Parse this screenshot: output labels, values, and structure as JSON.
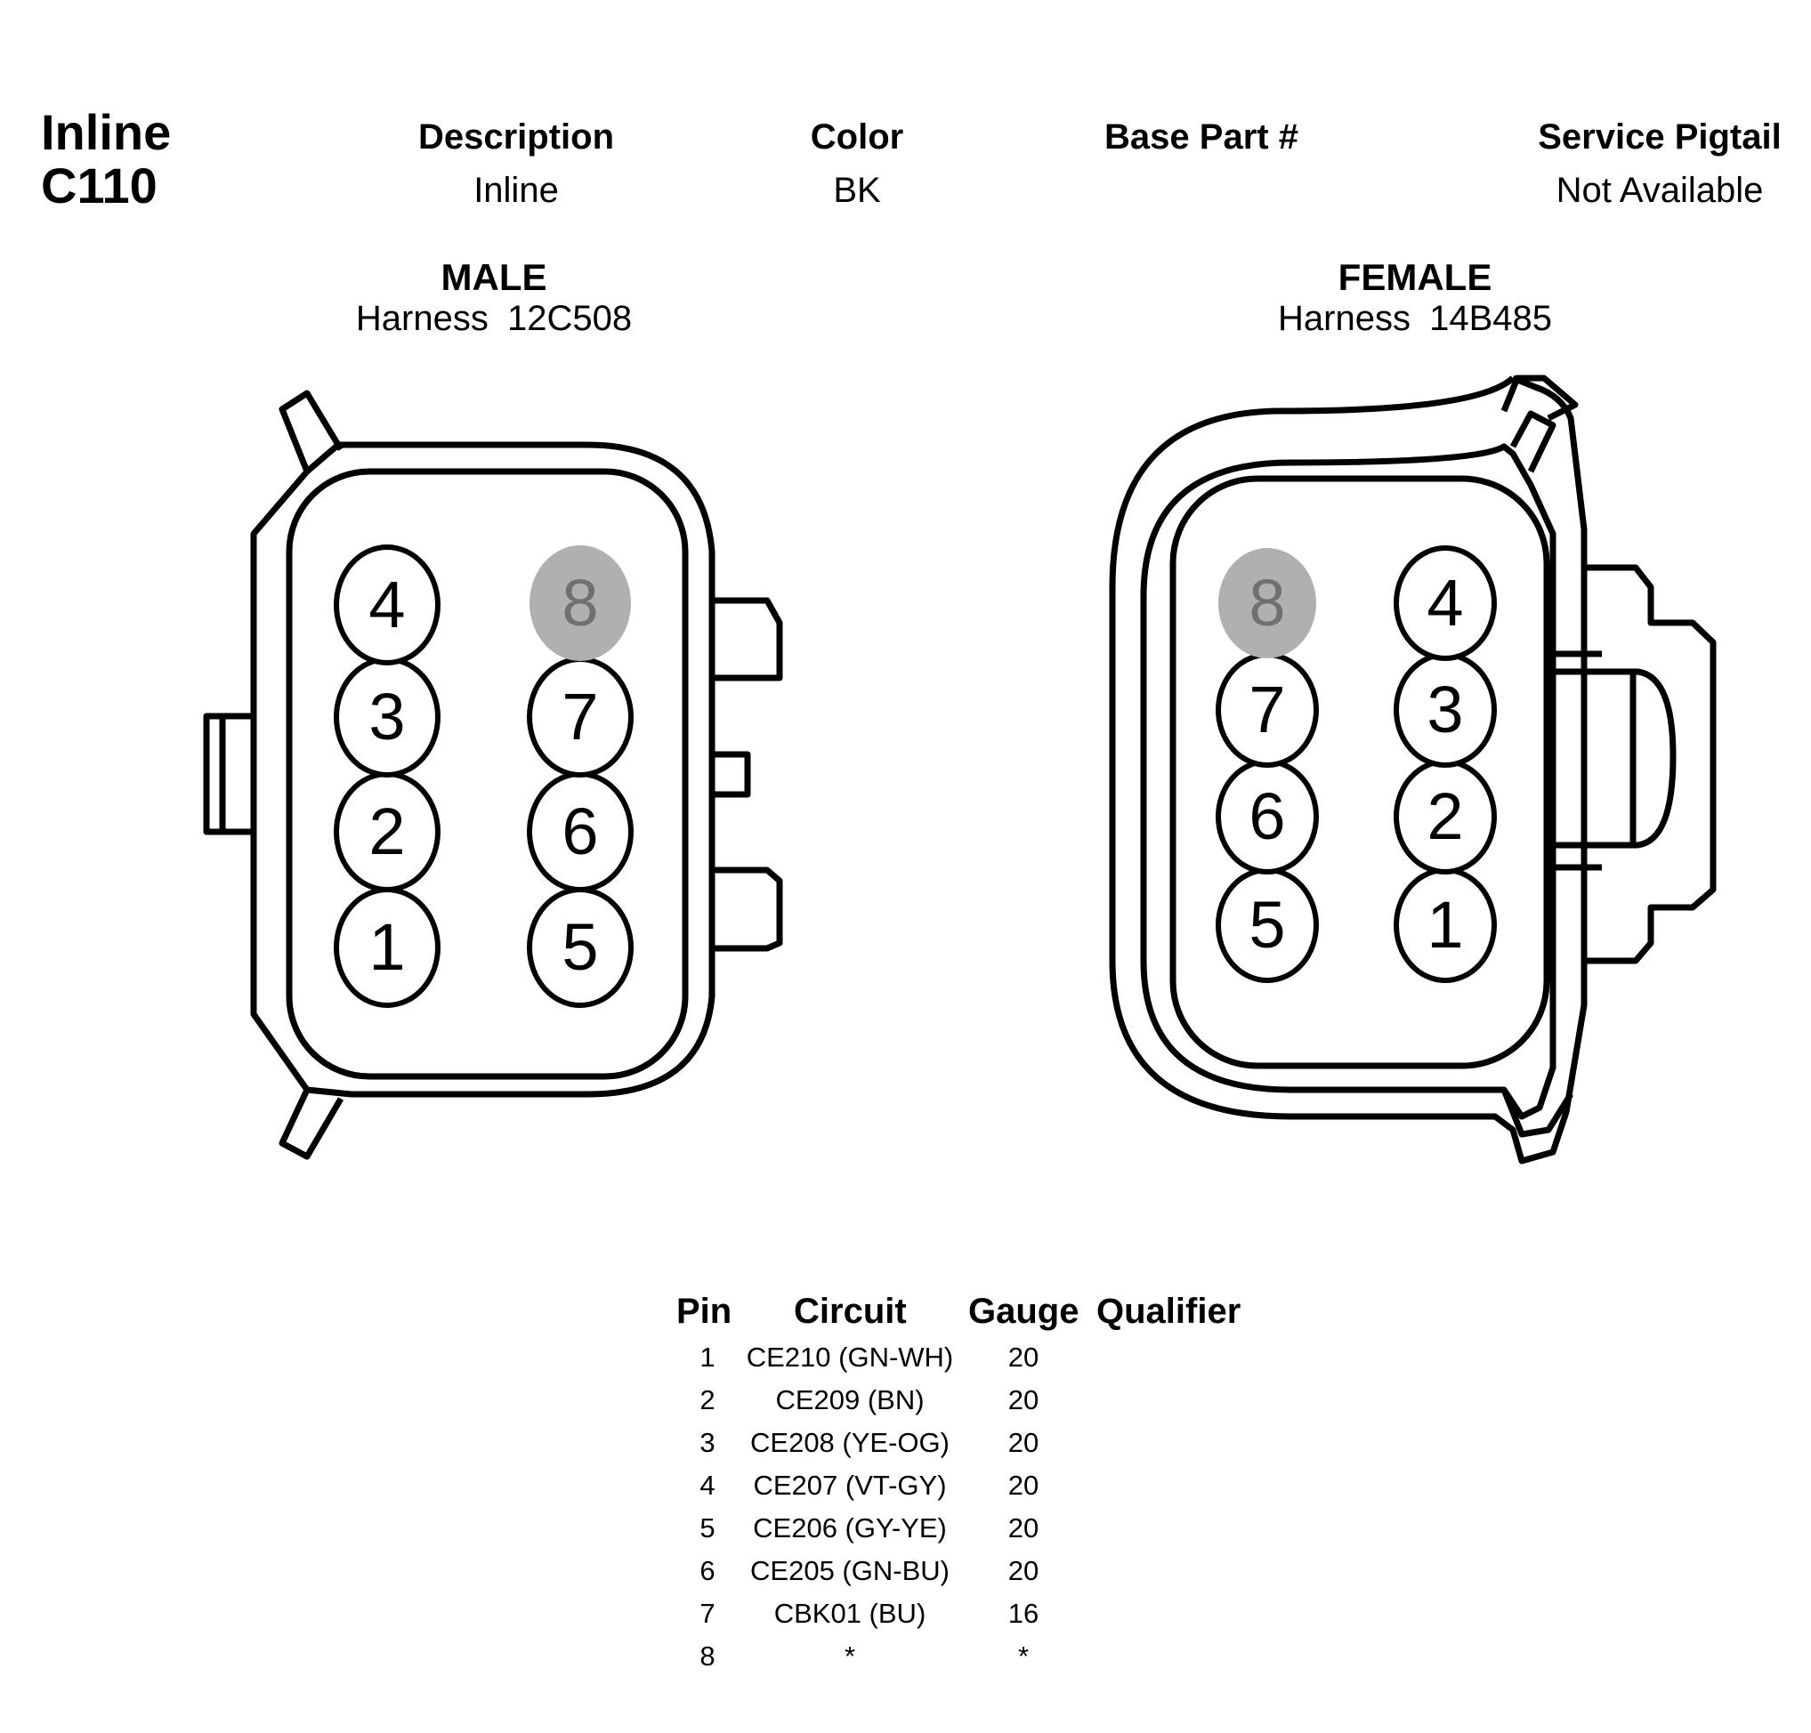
{
  "connector": {
    "title_line1": "Inline",
    "title_line2": "C110"
  },
  "header": {
    "description_label": "Description",
    "description_value": "Inline",
    "color_label": "Color",
    "color_value": "BK",
    "base_part_label": "Base Part #",
    "base_part_value": "",
    "pigtail_label": "Service Pigtail",
    "pigtail_value": "Not Available"
  },
  "male": {
    "title": "MALE",
    "harness": "Harness  12C508",
    "pins": [
      "1",
      "2",
      "3",
      "4",
      "5",
      "6",
      "7",
      "8"
    ]
  },
  "female": {
    "title": "FEMALE",
    "harness": "Harness  14B485",
    "pins": [
      "1",
      "2",
      "3",
      "4",
      "5",
      "6",
      "7",
      "8"
    ]
  },
  "pin_table": {
    "headers": {
      "pin": "Pin",
      "circuit": "Circuit",
      "gauge": "Gauge",
      "qualifier": "Qualifier"
    },
    "rows": [
      {
        "pin": "1",
        "circuit": "CE210 (GN-WH)",
        "gauge": "20",
        "qualifier": ""
      },
      {
        "pin": "2",
        "circuit": "CE209 (BN)",
        "gauge": "20",
        "qualifier": ""
      },
      {
        "pin": "3",
        "circuit": "CE208 (YE-OG)",
        "gauge": "20",
        "qualifier": ""
      },
      {
        "pin": "4",
        "circuit": "CE207 (VT-GY)",
        "gauge": "20",
        "qualifier": ""
      },
      {
        "pin": "5",
        "circuit": "CE206 (GY-YE)",
        "gauge": "20",
        "qualifier": ""
      },
      {
        "pin": "6",
        "circuit": "CE205 (GN-BU)",
        "gauge": "20",
        "qualifier": ""
      },
      {
        "pin": "7",
        "circuit": "CBK01 (BU)",
        "gauge": "16",
        "qualifier": ""
      },
      {
        "pin": "8",
        "circuit": "*",
        "gauge": "*",
        "qualifier": ""
      }
    ]
  },
  "colors": {
    "line": "#000000",
    "empty_pin_fill": "#b0b0b0",
    "empty_pin_text": "#707070"
  }
}
